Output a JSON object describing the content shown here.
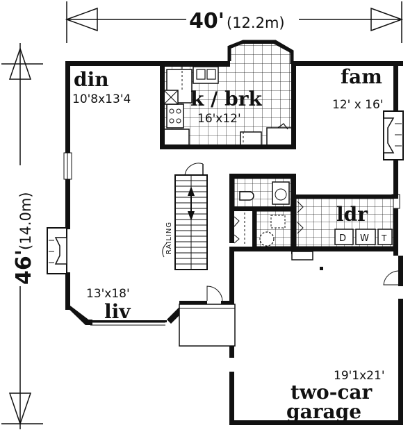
{
  "dimensions": {
    "width_ft": "40'",
    "width_m": "(12.2m)",
    "depth_ft": "46'",
    "depth_m": "(14.0m)"
  },
  "rooms": {
    "dining": {
      "name": "din",
      "size": "10'8x13'4"
    },
    "kitchen": {
      "name": "k / brk",
      "size": "16'x12'"
    },
    "family": {
      "name": "fam",
      "size": "12' x 16'"
    },
    "laundry": {
      "name": "ldr",
      "washer": "W",
      "dryer": "D",
      "tub": "T"
    },
    "living": {
      "name": "liv",
      "size": "13'x18'"
    },
    "garage": {
      "name_line1": "two-car",
      "name_line2": "garage",
      "size": "19'1x21'"
    }
  },
  "labels": {
    "railing": "RAILING"
  }
}
